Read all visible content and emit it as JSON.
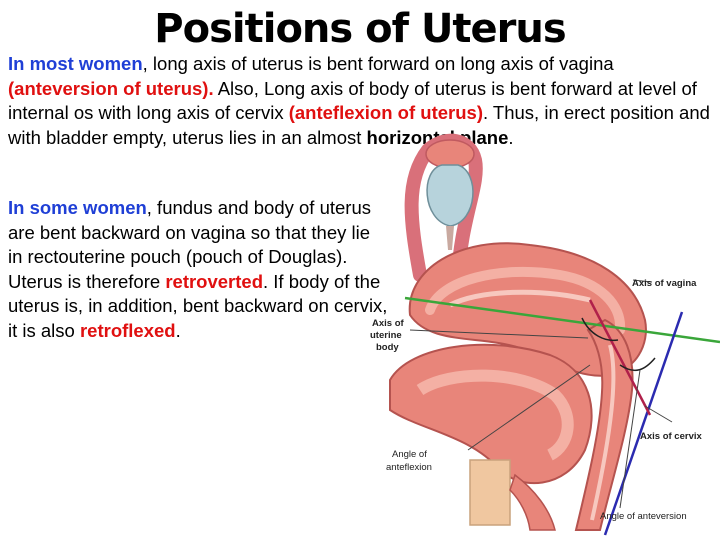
{
  "title": "Positions of Uterus",
  "para1": {
    "lead": "In most women",
    "t1": ", long axis of uterus is bent forward on long axis of vagina ",
    "red1": "(anteversion of uterus).",
    "t2": " Also, Long axis of body of uterus is bent forward at level of internal os with long axis of cervix ",
    "red2": "(anteflexion of uterus)",
    "t3": ". Thus, in erect position and with bladder empty, uterus lies in an almost ",
    "bold1": "horizontal plane",
    "t4": "."
  },
  "para2": {
    "lead": "In some women",
    "t1": ", fundus and body of uterus are bent backward on vagina so that they lie in rectouterine pouch (pouch of Douglas). Uterus is therefore ",
    "red1": "retroverted",
    "t2": ". If body of the uterus is, in addition, bent backward on cervix, it is also ",
    "red2": "retroflexed",
    "t3": "."
  },
  "figure": {
    "labels": {
      "axis_of_vagina": "Axis of vagina",
      "axis_uterine_body": [
        "Axis of",
        "uterine",
        "body"
      ],
      "axis_of_cervix": "Axis of cervix",
      "angle_of_anteflexion": [
        "Angle of",
        "anteflexion"
      ],
      "angle_of_anteversion": "Angle of anteversion"
    },
    "colors": {
      "uterine_axis_line": "#3aa63a",
      "vagina_axis_line": "#2b2bb0",
      "cervix_axis_line": "#b0204a",
      "tissue": "#e8857a",
      "tissue_light": "#f4b0a4",
      "bladder": "#b7d3dc"
    }
  }
}
